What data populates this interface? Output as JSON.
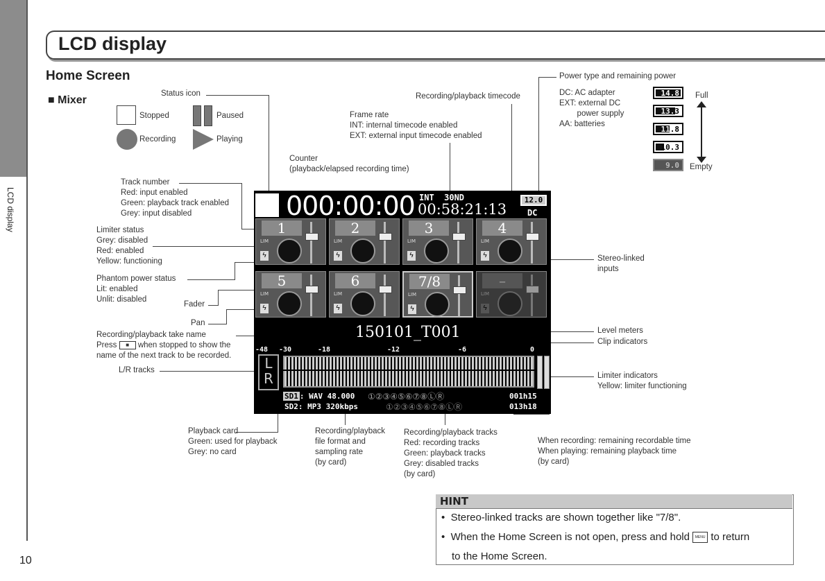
{
  "page": {
    "side_label": "LCD display",
    "number": "10"
  },
  "header": {
    "title": "LCD display",
    "section": "Home Screen",
    "subsection": "Mixer"
  },
  "status": {
    "label": "Status icon",
    "stopped": "Stopped",
    "paused": "Paused",
    "recording": "Recording",
    "playing": "Playing"
  },
  "annotations": {
    "track_number": "Track number\nRed: input enabled\nGreen: playback track enabled\nGrey: input disabled",
    "limiter": "Limiter status\nGrey: disabled\nRed: enabled\nYellow: functioning",
    "phantom": "Phantom power status\nLit: enabled\nUnlit: disabled",
    "fader": "Fader",
    "pan": "Pan",
    "take_name": "Recording/playback take name",
    "take_press_pre": "Press",
    "take_press_post": "when stopped to show the",
    "take_line3": "name of the next track to be recorded.",
    "lr_tracks": "L/R tracks",
    "counter": "Counter\n(playback/elapsed recording time)",
    "frame_rate": "Frame rate\nINT: internal timecode enabled\nEXT: external input timecode enabled",
    "timecode": "Recording/playback timecode",
    "power": "Power type and remaining power",
    "power_types": "DC: AC adapter\nEXT: external DC\n        power supply\nAA: batteries",
    "full": "Full",
    "empty": "Empty",
    "stereo_linked": "Stereo-linked\ninputs",
    "level_meters": "Level meters",
    "clip": "Clip indicators",
    "limiter_ind": "Limiter indicators\nYellow: limiter functioning",
    "playback_card": "Playback card\nGreen: used for playback\nGrey: no card",
    "file_format": "Recording/playback\nfile format and\nsampling rate\n(by card)",
    "rec_tracks": "Recording/playback tracks\nRed: recording tracks\nGreen: playback tracks\nGrey: disabled tracks\n(by card)",
    "remaining": "When recording: remaining recordable time\nWhen playing: remaining playback time\n(by card)"
  },
  "batteries": [
    "14.8",
    "13.3",
    "11.8",
    "10.3",
    "9.0"
  ],
  "lcd": {
    "counter": "000:00:00",
    "fps": "INT  30ND",
    "timecode": "00:58:21:13",
    "power_value": "12.0",
    "power_type": "DC",
    "tracks": [
      "1",
      "2",
      "3",
      "4",
      "5",
      "6",
      "7/8",
      "–"
    ],
    "take": "150101_T001",
    "scale": [
      "-48",
      "-30",
      "-18",
      "-12",
      "-6",
      "0"
    ],
    "lr_l": "L",
    "lr_r": "R",
    "sd1_label": "SD1",
    "sd1_format": ": WAV 48.000",
    "sd1_tracks": "①②③④⑤⑥⑦⑧ⓁⓇ",
    "sd1_time": "001h15",
    "sd2_label": "SD2",
    "sd2_format": ": MP3 320kbps",
    "sd2_tracks": "①②③④⑤⑥⑦⑧ⓁⓇ",
    "sd2_time": "013h18"
  },
  "hint": {
    "title": "HINT",
    "line1": "Stereo-linked tracks are shown together like \"7/8\".",
    "line2_pre": "When the Home Screen is not open, press and hold",
    "line2_post": "to return",
    "line3": "to the Home Screen.",
    "menu_key": "MENU"
  }
}
